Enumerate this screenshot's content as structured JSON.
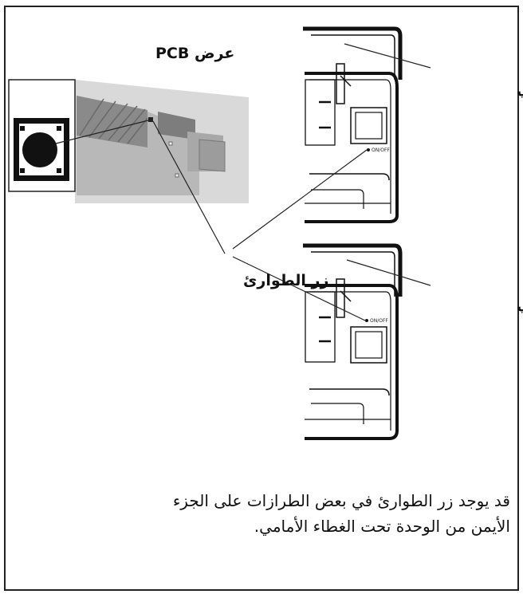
{
  "labels": {
    "pcb_view": "عرض PCB",
    "front_cover_top": "الغطاء الأمامي",
    "front_cover_bottom": "الغطاء الأمامي",
    "emergency_button": "زر الطوارئ",
    "on_off_top": "ON/OFF",
    "on_off_bottom": "ON/OFF"
  },
  "caption": {
    "line1": "قد يوجد زر الطوارئ في بعض الطرازات على الجزء",
    "line2": "الأيمن من الوحدة تحت الغطاء الأمامي."
  }
}
